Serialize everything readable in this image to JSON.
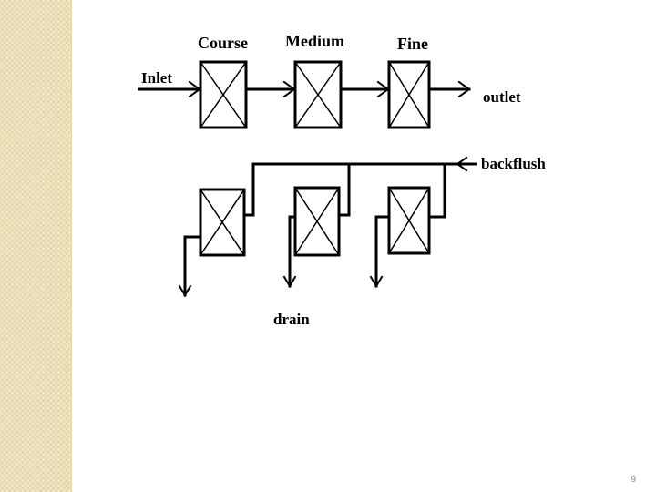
{
  "diagram": {
    "labels": {
      "inlet": "Inlet",
      "course": "Course",
      "medium": "Medium",
      "fine": "Fine",
      "outlet": "outlet",
      "backflush": "backflush",
      "drain": "drain"
    }
  },
  "page": {
    "number": "9"
  },
  "colors": {
    "line": "#000000",
    "side_band": "#f3e7c4",
    "page_number": "#8c8c8c"
  }
}
